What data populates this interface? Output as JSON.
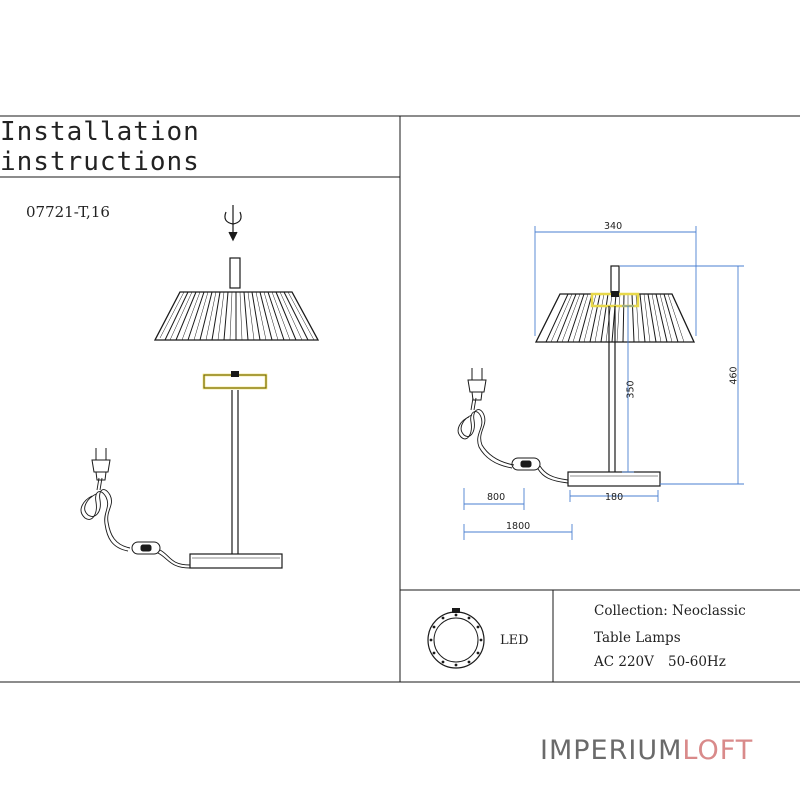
{
  "header": {
    "title": "Installation instructions"
  },
  "model": {
    "code": "07721-T,16"
  },
  "dimensions": {
    "shade_width": "340",
    "total_height": "460",
    "stem_height": "350",
    "base_width": "180",
    "cord_to_switch": "800",
    "cord_total": "1800"
  },
  "led": {
    "label": "LED"
  },
  "info": {
    "collection": "Collection: Neoclassic",
    "category": "Table Lamps",
    "voltage": "AC 220V",
    "frequency": "50-60Hz"
  },
  "brand": {
    "part1": "IMPERIUM",
    "part2": "LOFT"
  },
  "colors": {
    "line": "#1a1a1a",
    "dimension": "#4a7fd0",
    "led_ring": "#e8d84a",
    "brand_gray": "#6a6a6a",
    "brand_pink": "#d98a8a"
  }
}
